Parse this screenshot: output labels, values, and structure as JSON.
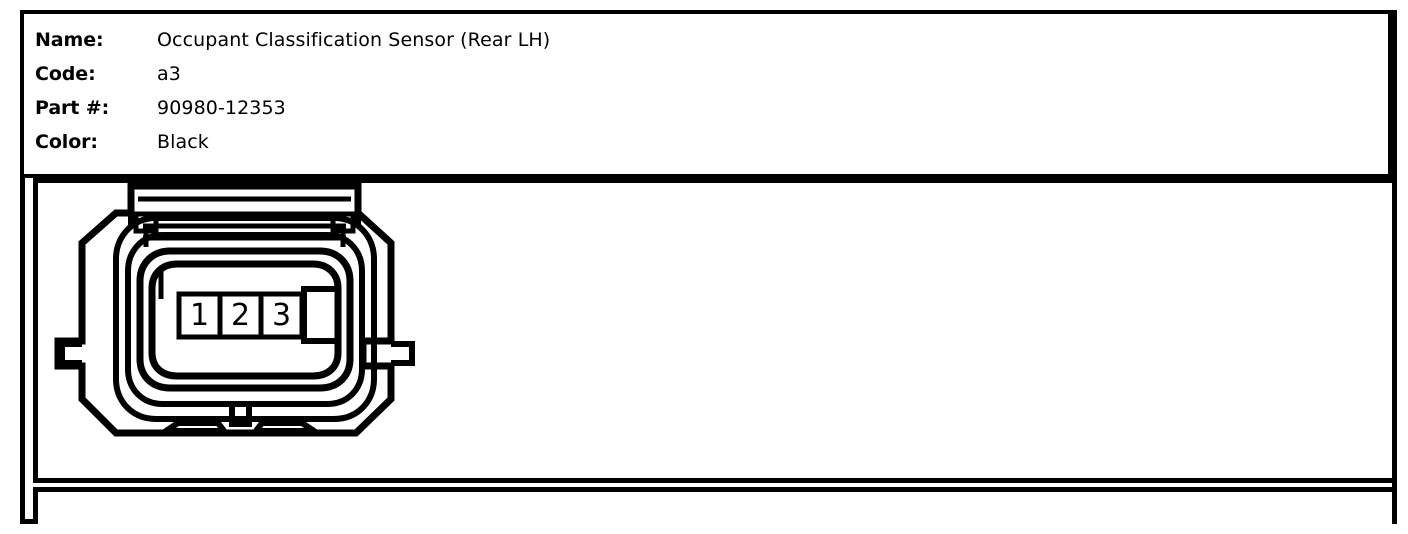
{
  "spec": {
    "rows": [
      {
        "label": "Name:",
        "value": "Occupant Classification Sensor (Rear LH)"
      },
      {
        "label": "Code:",
        "value": "a3"
      },
      {
        "label": "Part #:",
        "value": "90980-12353"
      },
      {
        "label": "Color:",
        "value": "Black"
      }
    ]
  },
  "diagram": {
    "title": "connector-face-view",
    "pins": [
      {
        "number": "1"
      },
      {
        "number": "2"
      },
      {
        "number": "3"
      }
    ],
    "stroke_color": "#000000",
    "fill_color": "#ffffff"
  },
  "colors": {
    "border": "#000000",
    "background": "#ffffff",
    "text": "#000000"
  }
}
